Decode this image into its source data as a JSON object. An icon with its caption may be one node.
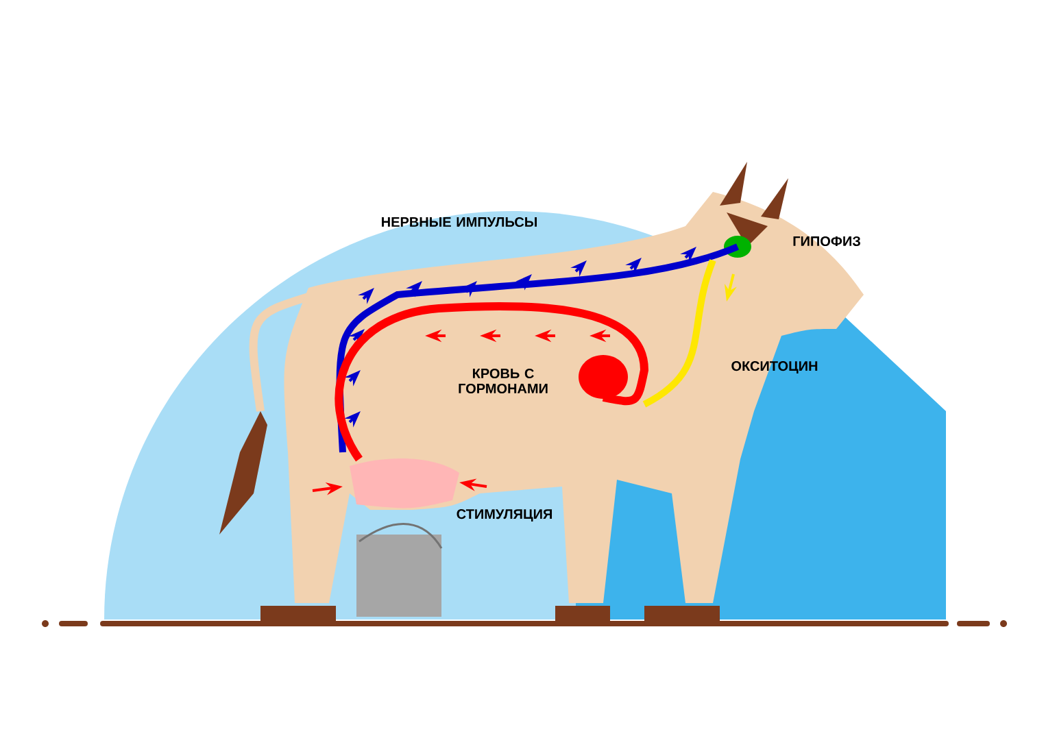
{
  "diagram": {
    "labels": [
      "НЕРВНЫЕ ИМПУЛЬСЫ",
      "ГИПОФИЗ",
      "КРОВЬ С ГОРМОНАМИ",
      "ОКСИТОЦИН",
      "СТИМУЛЯЦИЯ"
    ]
  }
}
